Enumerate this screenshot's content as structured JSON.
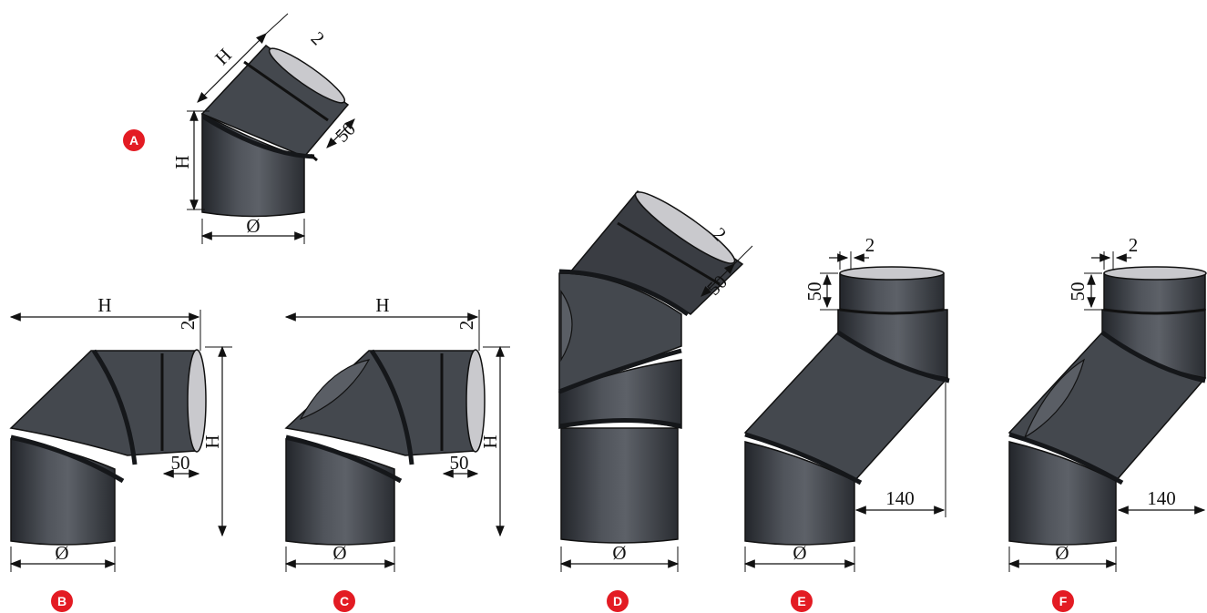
{
  "colors": {
    "pipe": "#3e4147",
    "pipe_dark": "#23262b",
    "pipe_light": "#6b6f76",
    "opening": "#c9c9cd",
    "band": "#15171a",
    "badge": "#e31b23",
    "line": "#111111"
  },
  "figures": [
    {
      "label": "A",
      "dims": {
        "height": "H",
        "gap": "2",
        "overlap": "50",
        "diameter": "Ø"
      }
    },
    {
      "label": "B",
      "dims": {
        "height": "H",
        "gap": "2",
        "overlap": "50",
        "diameter": "Ø"
      }
    },
    {
      "label": "C",
      "dims": {
        "height": "H",
        "gap": "2",
        "overlap": "50",
        "diameter": "Ø"
      }
    },
    {
      "label": "D",
      "dims": {
        "gap": "2",
        "overlap": "50",
        "diameter": "Ø"
      }
    },
    {
      "label": "E",
      "dims": {
        "gap": "2",
        "overlap": "50",
        "offset": "140",
        "diameter": "Ø"
      }
    },
    {
      "label": "F",
      "dims": {
        "gap": "2",
        "overlap": "50",
        "offset": "140",
        "diameter": "Ø"
      }
    }
  ]
}
